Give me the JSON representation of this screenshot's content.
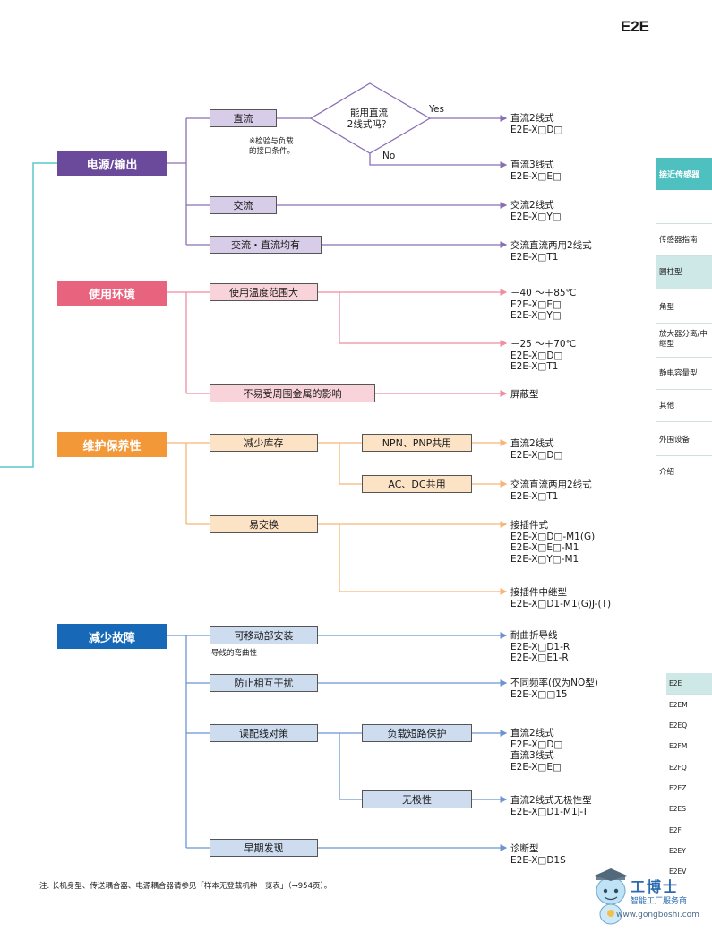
{
  "header": {
    "title": "E2E"
  },
  "categories": [
    {
      "label": "电源/输出",
      "color": "#6b4a9b"
    },
    {
      "label": "使用环境",
      "color": "#e8637e"
    },
    {
      "label": "维护保养性",
      "color": "#f39838"
    },
    {
      "label": "减少故障",
      "color": "#1769b8"
    }
  ],
  "conditions": {
    "dc": "直流",
    "ac": "交流",
    "acdc": "交流・直流均有",
    "wide_temp": "使用温度范围大",
    "metal": "不易受周围金属的影响",
    "reduce_stock": "减少库存",
    "npn_pnp": "NPN、PNP共用",
    "ac_dc_share": "AC、DC共用",
    "easy_swap": "易交换",
    "movable": "可移动部安装",
    "interference": "防止相互干扰",
    "miswire": "误配线对策",
    "short_protect": "负载短路保护",
    "no_polarity": "无极性",
    "early_detect": "早期发现"
  },
  "decision": {
    "question_line1": "能用直流",
    "question_line2": "2线式吗？",
    "yes": "Yes",
    "no": "No",
    "note_line1": "※检验与负载",
    "note_line2": "的接口条件。"
  },
  "results": {
    "dc2": [
      "直流2线式",
      "E2E-X□D□"
    ],
    "dc3": [
      "直流3线式",
      "E2E-X□E□"
    ],
    "ac2": [
      "交流2线式",
      "E2E-X□Y□"
    ],
    "acdc2": [
      "交流直流两用2线式",
      "E2E-X□T1"
    ],
    "temp85": [
      "－40 ～＋85℃",
      "E2E-X□E□",
      "E2E-X□Y□"
    ],
    "temp70": [
      "－25 ～＋70℃",
      "E2E-X□D□",
      "E2E-X□T1"
    ],
    "shield": [
      "屏蔽型"
    ],
    "stock_dc2": [
      "直流2线式",
      "E2E-X□D□"
    ],
    "stock_acdc": [
      "交流直流两用2线式",
      "E2E-X□T1"
    ],
    "connector": [
      "接插件式",
      "E2E-X□D□-M1(G)",
      "E2E-X□E□-M1",
      "E2E-X□Y□-M1"
    ],
    "relay": [
      "接插件中继型",
      "E2E-X□D1-M1(G)J-(T)"
    ],
    "flex": [
      "耐曲折导线",
      "E2E-X□D1-R",
      "E2E-X□E1-R"
    ],
    "freq": [
      "不同频率(仅为NO型)",
      "E2E-X□□15"
    ],
    "short": [
      "直流2线式",
      "E2E-X□D□",
      "直流3线式",
      "E2E-X□E□"
    ],
    "nopol": [
      "直流2线式无极性型",
      "E2E-X□D1-M1J-T"
    ],
    "diag": [
      "诊断型",
      "E2E-X□D1S"
    ]
  },
  "notes": {
    "wire_bend": "导线的弯曲性"
  },
  "footnote": "注. 长机身型、传送耦合器、电源耦合器请参见「样本无登载机种一览表」（→954页）。",
  "sidebar": {
    "active_section": "接近传感器",
    "items": [
      "传感器指南",
      "圆柱型",
      "角型",
      "放大器分离/中继型",
      "静电容量型",
      "其他",
      "外围设备",
      "介绍"
    ],
    "codes": [
      "E2E",
      "E2EM",
      "E2EQ",
      "E2FM",
      "E2FQ",
      "E2EZ",
      "E2ES",
      "E2F",
      "E2EY",
      "E2EV"
    ]
  },
  "watermark": {
    "name": "工博士",
    "tagline": "智能工厂服务商",
    "url": "www.gongboshi.com"
  },
  "colors": {
    "purple_box": "#d8cde8",
    "pink_box": "#f9d3da",
    "orange_box": "#fde3c6",
    "blue_box": "#cddcee",
    "teal_line": "#5cc8c8"
  }
}
